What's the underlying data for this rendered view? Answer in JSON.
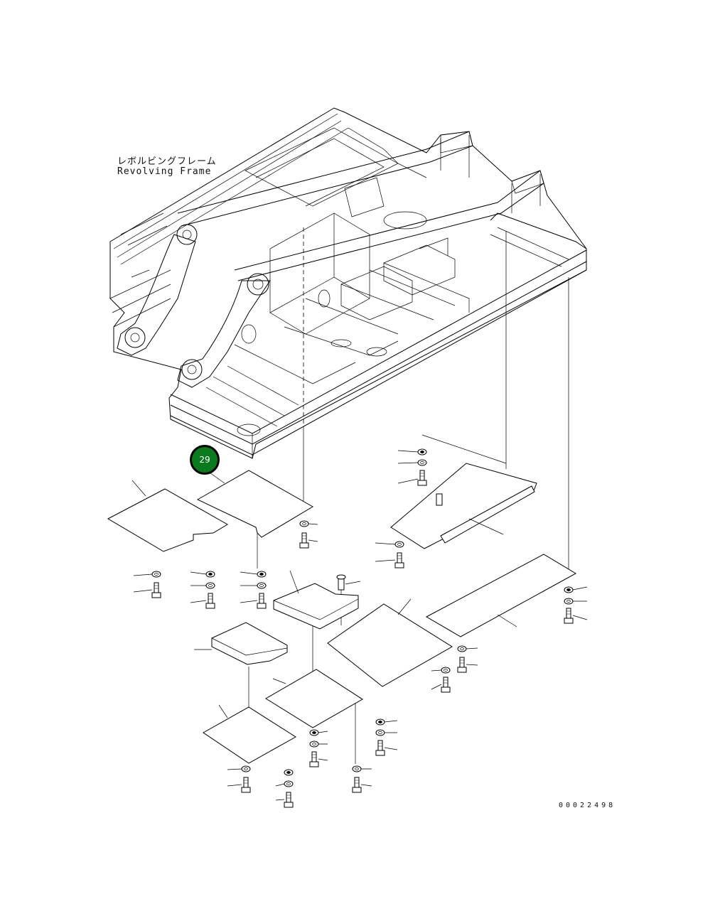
{
  "frame_label": {
    "japanese": "レボルビングフレーム",
    "english": "Revolving Frame"
  },
  "callout": {
    "number": "29",
    "color": "#0a7a1e"
  },
  "drawing_number": "00022498"
}
